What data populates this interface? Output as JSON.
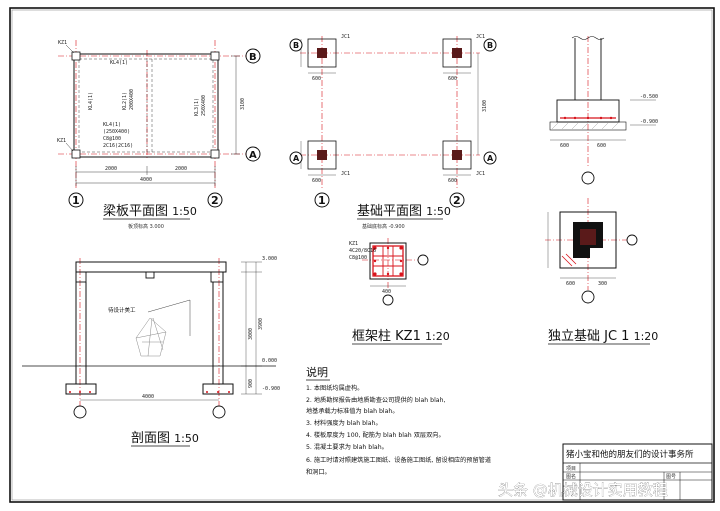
{
  "drawings": {
    "beam_plan": {
      "title": "梁板平面图",
      "scale": "1:50",
      "note": "板顶标高 3.000",
      "axis_1": "1",
      "axis_2": "2",
      "axis_a": "A",
      "axis_b": "B",
      "col_tl": "KZ1",
      "col_bl": "KZ1",
      "dim_span": "2000",
      "dim_total": "4000",
      "dim_height": "3100",
      "beam_l1": "KL4(1)",
      "beam_l2": "KL4(1)",
      "beam_l3": "KL4(1)",
      "beam_v": "KL2(1)"
    },
    "foundation_plan": {
      "title": "基础平面图",
      "scale": "1:50",
      "note": "基础底标高 -0.900",
      "axis_1": "1",
      "axis_2": "2",
      "axis_a": "A",
      "axis_b": "B",
      "jc_tl": "JC1",
      "jc_tr": "JC1",
      "jc_bl": "JC1",
      "jc_br": "JC1",
      "dim_small": "600",
      "dim_span": "3100"
    },
    "section": {
      "title": "剖面图",
      "scale": "1:50",
      "label": "待设计美工",
      "level_top": "3.000",
      "level_mid": "0.000",
      "level_bot": "-0.900",
      "dim_mid": "3000",
      "dim_bot": "900",
      "dim_span": "4000"
    },
    "column": {
      "title": "框架柱 KZ1",
      "scale": "1:20",
      "tag": "KZ1",
      "rebar": "4C20/8C16",
      "dim": "400"
    },
    "footing": {
      "title": "独立基础 JC 1",
      "scale": "1:20",
      "level": "-0.900",
      "dim": "600"
    }
  },
  "notes": {
    "heading": "说明",
    "items": [
      "1. 本图纸均属虚构。",
      "2. 地质勘探报告由地质勘查公司提供的 blah blah,",
      "   地基承载力标准值为 blah blah。",
      "3. 材料强度为 blah blah。",
      "4. 楼板厚度为 100, 配筋为 blah blah 双层双向。",
      "5. 混凝土要求为 blah blah。",
      "6. 施工时请对照建筑施工图纸、设备施工图纸, 留设相应的预留管道",
      "   和洞口。"
    ]
  },
  "title_block": {
    "firm": "猪小宝和他的朋友们的设计事务所",
    "project": "项目",
    "drawing": "图名",
    "no": "图号"
  },
  "watermark": "头条 @机械设计实用教程",
  "colors": {
    "red": "#d8141c",
    "column": "#5a1a1a",
    "ink": "#111111"
  }
}
